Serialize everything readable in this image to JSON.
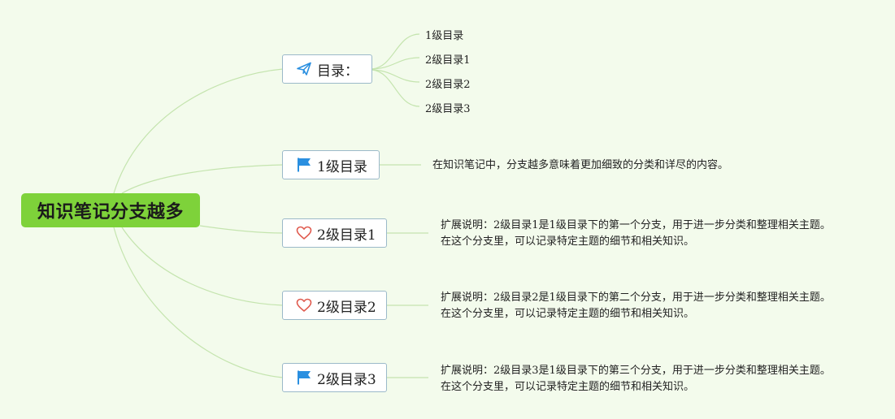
{
  "root": {
    "title": "知识笔记分支越多"
  },
  "branches": [
    {
      "label": "目录：",
      "icon": "paper-plane-icon",
      "children": [
        "1级目录",
        "2级目录1",
        "2级目录2",
        "2级目录3"
      ]
    },
    {
      "label": "1级目录",
      "icon": "flag-icon",
      "description": "在知识笔记中，分支越多意味着更加细致的分类和详尽的内容。"
    },
    {
      "label": "2级目录1",
      "icon": "heart-icon",
      "description": "扩展说明：2级目录1是1级目录下的第一个分支，用于进一步分类和整理相关主题。在这个分支里，可以记录特定主题的细节和相关知识。"
    },
    {
      "label": "2级目录2",
      "icon": "heart-icon",
      "description": "扩展说明：2级目录2是1级目录下的第二个分支，用于进一步分类和整理相关主题。在这个分支里，可以记录特定主题的细节和相关知识。"
    },
    {
      "label": "2级目录3",
      "icon": "flag-icon",
      "description": "扩展说明：2级目录3是1级目录下的第三个分支，用于进一步分类和整理相关主题。在这个分支里，可以记录特定主题的细节和相关知识。"
    }
  ],
  "colors": {
    "background": "#f3fbec",
    "root_fill": "#7ed23a",
    "connector": "#c4e4ae",
    "node_border": "#9bb9c9",
    "icon_blue": "#2a8fe0",
    "icon_red": "#e05a4e"
  }
}
